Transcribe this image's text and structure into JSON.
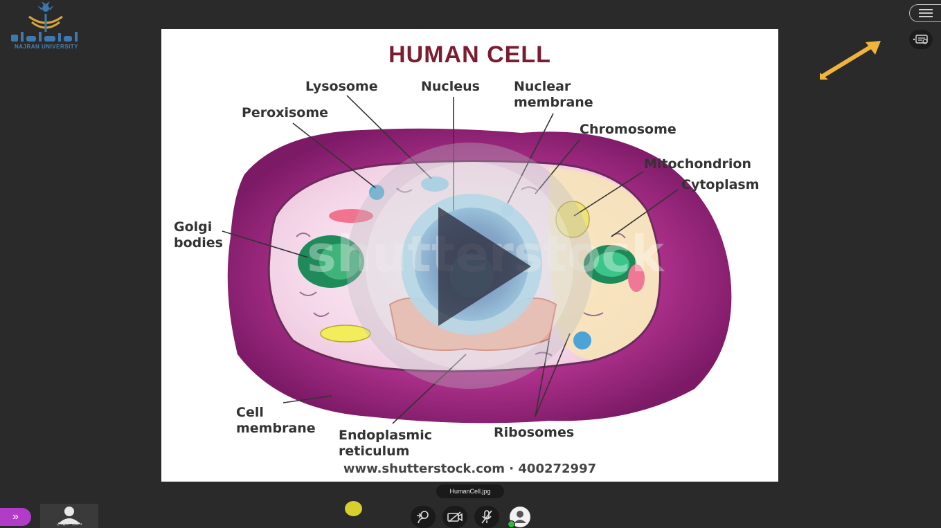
{
  "branding": {
    "logo_text": "NAJRAN UNIVERSITY",
    "logo_arabic": "جامعة نجران"
  },
  "shared_content": {
    "filename": "HumanCell.jpg",
    "image": {
      "title": "HUMAN CELL",
      "labels": {
        "lysosome": "Lysosome",
        "nucleus": "Nucleus",
        "nuclear_membrane_1": "Nuclear",
        "nuclear_membrane_2": "membrane",
        "peroxisome": "Peroxisome",
        "chromosome": "Chromosome",
        "mitochondrion": "Mitochondrion",
        "cytoplasm": "Cytoplasm",
        "golgi_1": "Golgi",
        "golgi_2": "bodies",
        "cell_membrane_1": "Cell",
        "cell_membrane_2": "membrane",
        "er_1": "Endoplasmic",
        "er_2": "reticulum",
        "ribosomes": "Ribosomes"
      },
      "credit": "www.shutterstock.com · 400272997",
      "watermark": "shutterstock"
    }
  },
  "participant": {
    "name": "يحيى المهدي"
  },
  "icons": {
    "menu": "hamburger-icon",
    "captions": "captions-icon",
    "annotation_arrow": "arrow-icon",
    "play": "play-icon",
    "sidebar_toggle": "chevron-double-right-icon",
    "share": "share-content-icon",
    "camera": "camera-off-icon",
    "mic": "mic-off-icon",
    "profile": "user-avatar-icon"
  },
  "colors": {
    "accent": "#b03cc8",
    "arrow": "#f0b43a",
    "status_ok": "#2fb84a",
    "title": "#7a1d30"
  }
}
